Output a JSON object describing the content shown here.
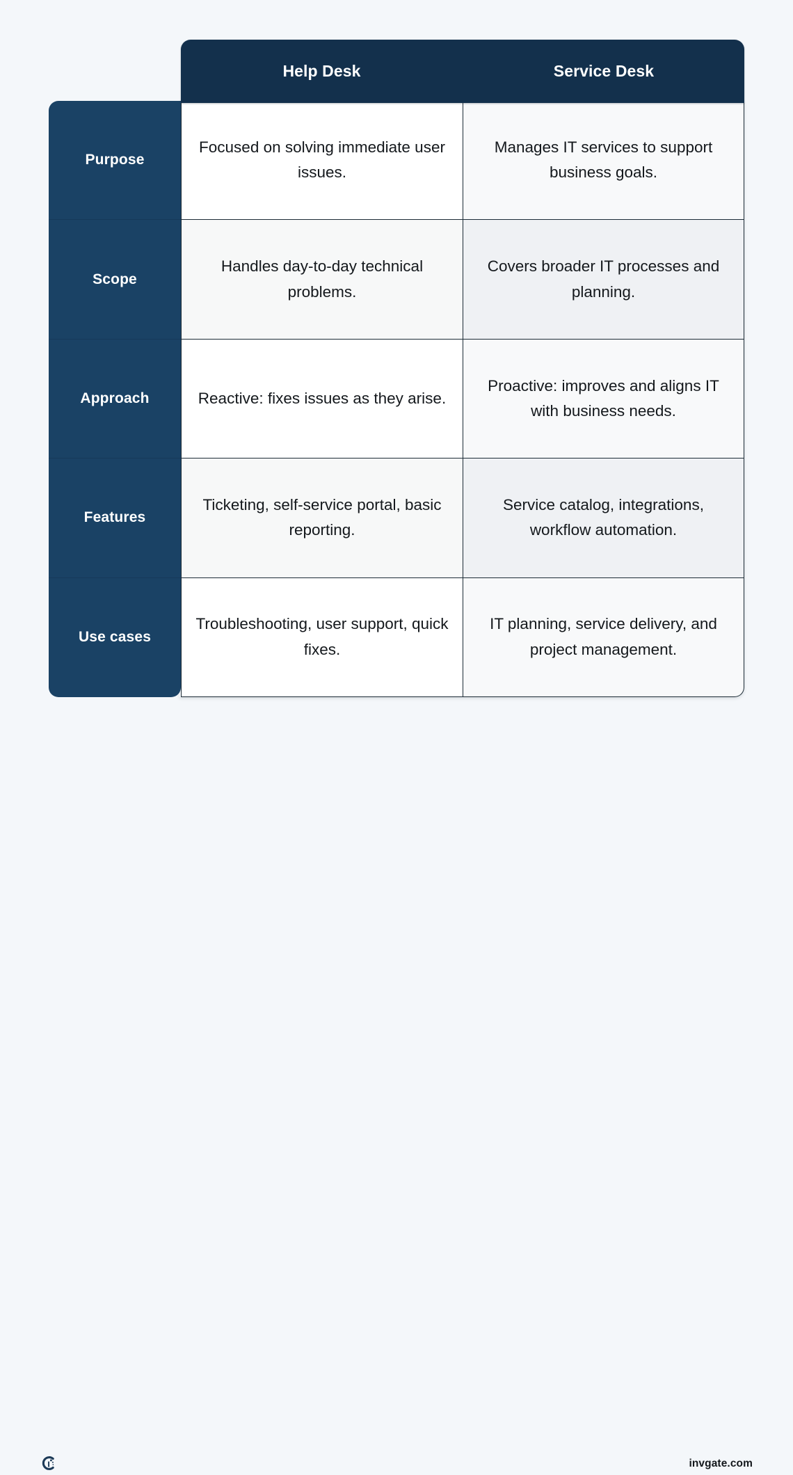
{
  "page": {
    "background_color": "#f4f7fa",
    "title": "Help Desk vs Service Desk comparison"
  },
  "table": {
    "corner_label": "",
    "headers": [
      {
        "label": "Help Desk"
      },
      {
        "label": "Service Desk"
      }
    ],
    "rows": [
      {
        "label": "Purpose",
        "help_desk": "Focused on solving immediate user issues.",
        "service_desk": "Manages IT services to support business goals."
      },
      {
        "label": "Scope",
        "help_desk": "Handles day-to-day technical problems.",
        "service_desk": "Covers broader IT processes and planning."
      },
      {
        "label": "Approach",
        "help_desk": "Reactive: fixes issues as they arise.",
        "service_desk": "Proactive: improves and aligns IT with business needs."
      },
      {
        "label": "Features",
        "help_desk": "Ticketing, self-service portal, basic reporting.",
        "service_desk": "Service catalog, integrations, workflow automation."
      },
      {
        "label": "Use cases",
        "help_desk": "Troubleshooting, user support, quick fixes.",
        "service_desk": "IT planning, service delivery, and project management."
      }
    ],
    "colors": {
      "header_navy": "#13304c",
      "label_navy": "#1a4265",
      "border": "#1c2b36",
      "cell_white": "#ffffff",
      "cell_gray": "#eff1f4",
      "text": "#14181c"
    }
  },
  "footer": {
    "logo_name": "invgate-logo-icon",
    "url": "invgate.com"
  }
}
